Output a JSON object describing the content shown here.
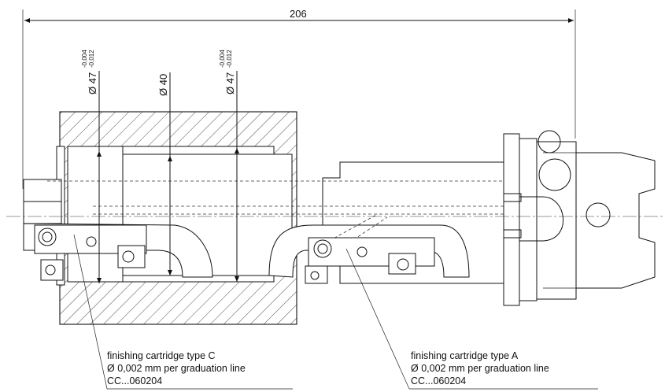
{
  "dimensions": {
    "overall_length": "206",
    "dia_47_a": "Ø 47",
    "dia_40": "Ø 40",
    "dia_47_b": "Ø 47",
    "tolerance_upper": "-0,004",
    "tolerance_lower": "-0,012"
  },
  "callouts": {
    "cartridge_c": {
      "line1": "finishing cartridge type C",
      "line2": "Ø 0,002 mm per graduation line",
      "line3": "CC...060204"
    },
    "cartridge_a": {
      "line1": "finishing cartridge type A",
      "line2": "Ø 0,002 mm per graduation line",
      "line3": "CC...060204"
    }
  }
}
